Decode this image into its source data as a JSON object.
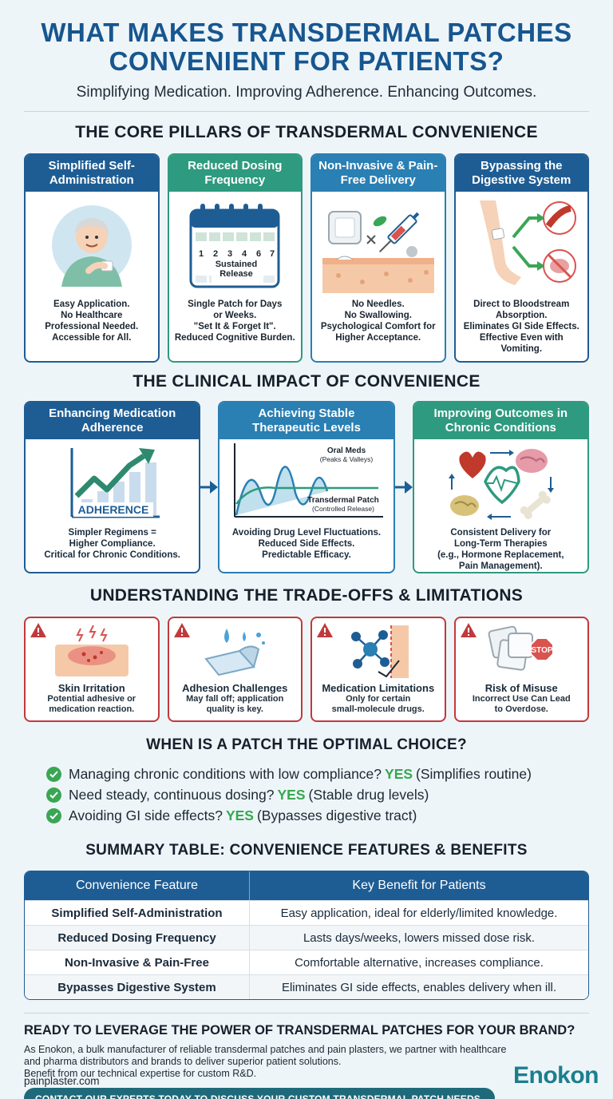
{
  "header": {
    "title_line1": "WHAT MAKES TRANSDERMAL PATCHES",
    "title_line2": "CONVENIENT FOR PATIENTS?",
    "subtitle": "Simplifying Medication. Improving Adherence. Enhancing Outcomes."
  },
  "pillars": {
    "title": "THE CORE PILLARS OF TRANSDERMAL CONVENIENCE",
    "items": [
      {
        "heading": "Simplified Self-Administration",
        "text": "Easy Application.\nNo Healthcare\nProfessional Needed.\nAccessible for All.",
        "icon": "elderly-woman-applying-patch"
      },
      {
        "heading": "Reduced Dosing Frequency",
        "text": "Single Patch for Days\nor Weeks.\n\"Set It & Forget It\".\nReduced Cognitive Burden.",
        "icon": "calendar",
        "calendar_days": [
          "1",
          "2",
          "3",
          "4",
          "6",
          "7"
        ],
        "calendar_label": "Sustained Release"
      },
      {
        "heading": "Non-Invasive & Pain-Free Delivery",
        "text": "No Needles.\nNo Swallowing.\nPsychological Comfort for\nHigher Acceptance.",
        "icon": "patch-vs-syringe"
      },
      {
        "heading": "Bypassing the Digestive System",
        "text": "Direct to Bloodstream\nAbsorption.\nEliminates GI Side Effects.\nEffective Even with Vomiting.",
        "icon": "arm-bloodstream"
      }
    ]
  },
  "impact": {
    "title": "THE CLINICAL IMPACT OF CONVENIENCE",
    "items": [
      {
        "heading": "Enhancing Medication Adherence",
        "text": "Simpler Regimens =\nHigher Compliance.\nCritical for Chronic Conditions.",
        "art_label": "ADHERENCE",
        "icon": "rising-arrow-chart"
      },
      {
        "heading": "Achieving Stable Therapeutic Levels",
        "text": "Avoiding Drug Level Fluctuations.\nReduced Side Effects.\nPredictable Efficacy.",
        "oral_label": "Oral Meds",
        "oral_sub": "(Peaks & Valleys)",
        "patch_label": "Transdermal Patch",
        "patch_sub": "(Controlled Release)",
        "icon": "level-curve-chart"
      },
      {
        "heading": "Improving Outcomes in Chronic Conditions",
        "text": "Consistent Delivery for\nLong-Term Therapies\n(e.g., Hormone Replacement,\nPain Management).",
        "icon": "organ-cycle"
      }
    ]
  },
  "limitations": {
    "title": "UNDERSTANDING THE TRADE-OFFS & LIMITATIONS",
    "items": [
      {
        "title": "Skin Irritation",
        "sub": "Potential adhesive or\nmedication reaction.",
        "icon": "irritated-skin-icon"
      },
      {
        "title": "Adhesion Challenges",
        "sub": "May fall off; application\nquality is key.",
        "icon": "peeling-patch-icon"
      },
      {
        "title": "Medication Limitations",
        "sub": "Only for certain\nsmall-molecule drugs.",
        "icon": "molecule-icon"
      },
      {
        "title": "Risk of Misuse",
        "sub": "Incorrect Use Can Lead\nto Overdose.",
        "icon": "stop-sign-icon",
        "stop_text": "STOP"
      }
    ]
  },
  "optimal": {
    "title": "WHEN IS A PATCH THE OPTIMAL CHOICE?",
    "items": [
      {
        "question": "Managing chronic conditions with low compliance?",
        "yes": "YES",
        "reason": "(Simplifies routine)"
      },
      {
        "question": "Need steady, continuous dosing?",
        "yes": "YES",
        "reason": "(Stable drug levels)"
      },
      {
        "question": "Avoiding GI side effects?",
        "yes": "YES",
        "reason": "(Bypasses digestive tract)"
      }
    ]
  },
  "summary": {
    "title": "SUMMARY TABLE: CONVENIENCE FEATURES & BENEFITS",
    "headers": [
      "Convenience Feature",
      "Key Benefit for Patients"
    ],
    "rows": [
      [
        "Simplified Self-Administration",
        "Easy application, ideal for elderly/limited knowledge."
      ],
      [
        "Reduced Dosing Frequency",
        "Lasts days/weeks, lowers missed dose risk."
      ],
      [
        "Non-Invasive & Pain-Free",
        "Comfortable alternative, increases compliance."
      ],
      [
        "Bypasses Digestive System",
        "Eliminates GI side effects, enables delivery when ill."
      ]
    ]
  },
  "cta": {
    "heading": "READY TO LEVERAGE THE POWER OF TRANSDERMAL PATCHES FOR YOUR BRAND?",
    "body_line1": "As Enokon, a bulk manufacturer of reliable transdermal patches and pain plasters, we partner with healthcare",
    "body_line2": "and pharma distributors and brands to deliver superior patient solutions.",
    "body_line3": "Benefit from our technical expertise for custom R&D.",
    "button": "CONTACT OUR EXPERTS TODAY TO DISCUSS YOUR CUSTOM TRANSDERMAL PATCH NEEDS."
  },
  "footer": {
    "site": "painplaster.com",
    "logo": "Enokon"
  },
  "colors": {
    "navy": "#1e5d94",
    "teal": "#2e9a7f",
    "blue": "#2a7fb3",
    "red": "#c0393b",
    "green": "#3aa655"
  }
}
